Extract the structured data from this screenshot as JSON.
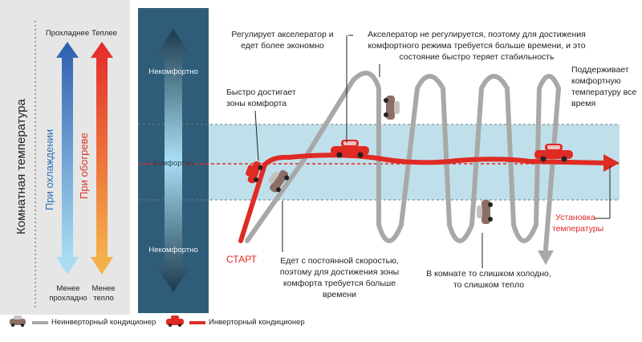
{
  "left_panel": {
    "axis_title": "Комнатная температура",
    "cooler_label": "Прохладнее",
    "warmer_label": "Теплее",
    "cooling_label": "При охлаждении",
    "heating_label": "При обогреве",
    "less_cool_label": "Менее прохладно",
    "less_warm_label": "Менее тепло"
  },
  "zones": {
    "uncomfortable_top": "Некомфортно",
    "comfortable": "Комфортно",
    "uncomfortable_bottom": "Некомфортно"
  },
  "annotations": {
    "start": "СТАРТ",
    "accelerator": "Регулирует акселератор и едет более экономно",
    "fast_reach": "Быстро достигает зоны комфорта",
    "no_accelerator": "Акселератор не регулируется, поэтому для достижения комфортного режима требуется больше времени, и это состояние быстро теряет стабильность",
    "maintains": "Поддерживает комфортную температуру все время",
    "constant_speed": "Едет с постоянной скоростью, поэтому для достижения зоны комфорта требуется больше времени",
    "too_cold_hot": "В комнате то слишком холодно, то слишком тепло",
    "set_temperature": "Установка температуры"
  },
  "legend": {
    "non_inverter": "Неинверторный кондиционер",
    "inverter": "Инверторный кондиционер"
  },
  "colors": {
    "inverter_red": "#e02a24",
    "non_inverter_gray": "#a8a8a8",
    "comfort_band": "#bfe0ea",
    "zone_column": "#2f5d79",
    "cooling_blue": "#2b6fb5",
    "heating_red": "#d9352b"
  }
}
